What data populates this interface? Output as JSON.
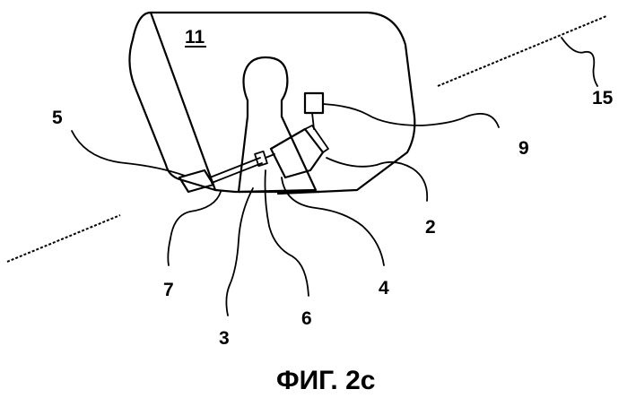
{
  "figure": {
    "caption": "ФИГ. 2с",
    "labels": {
      "l11": "11",
      "l15": "15",
      "l5": "5",
      "l9": "9",
      "l2": "2",
      "l7": "7",
      "l3": "3",
      "l6": "6",
      "l4": "4"
    }
  }
}
